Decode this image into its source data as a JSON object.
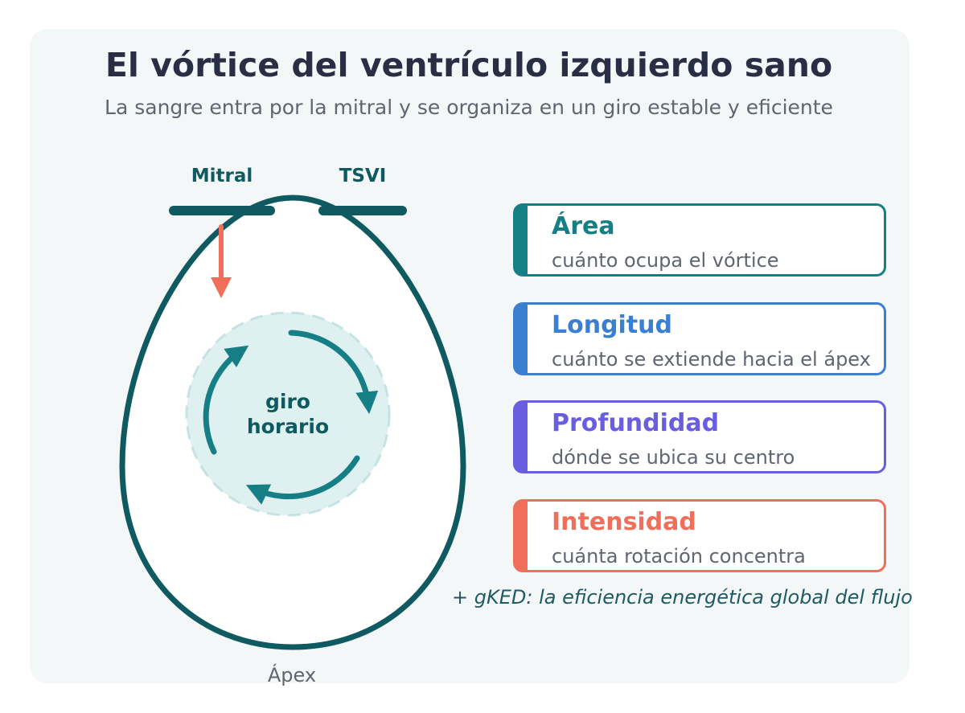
{
  "title": "El vórtice del ventrículo izquierdo sano",
  "subtitle": "La sangre entra por la mitral y se organiza en un giro estable y eficiente",
  "diagram": {
    "mitral_label": "Mitral",
    "tsvi_label": "TSVI",
    "vortex_label_line1": "giro",
    "vortex_label_line2": "horario",
    "apex_label": "Ápex"
  },
  "metrics": [
    {
      "title": "Área",
      "description": "cuánto ocupa el vórtice",
      "color": "#167f86"
    },
    {
      "title": "Longitud",
      "description": "cuánto se extiende hacia el ápex",
      "color": "#3a7fd0"
    },
    {
      "title": "Profundidad",
      "description": "dónde se ubica su centro",
      "color": "#6a5ee0"
    },
    {
      "title": "Intensidad",
      "description": "cuánta rotación concentra",
      "color": "#ef6f5b"
    }
  ],
  "footnote": "+ gKED: la eficiencia energética global del flujo",
  "colors": {
    "ventricle": "#0f5a60",
    "vortex_arrow": "#167f86",
    "vortex_fill": "#dff0f1",
    "inflow_arrow": "#ef6f5b",
    "title": "#2a2e45"
  }
}
